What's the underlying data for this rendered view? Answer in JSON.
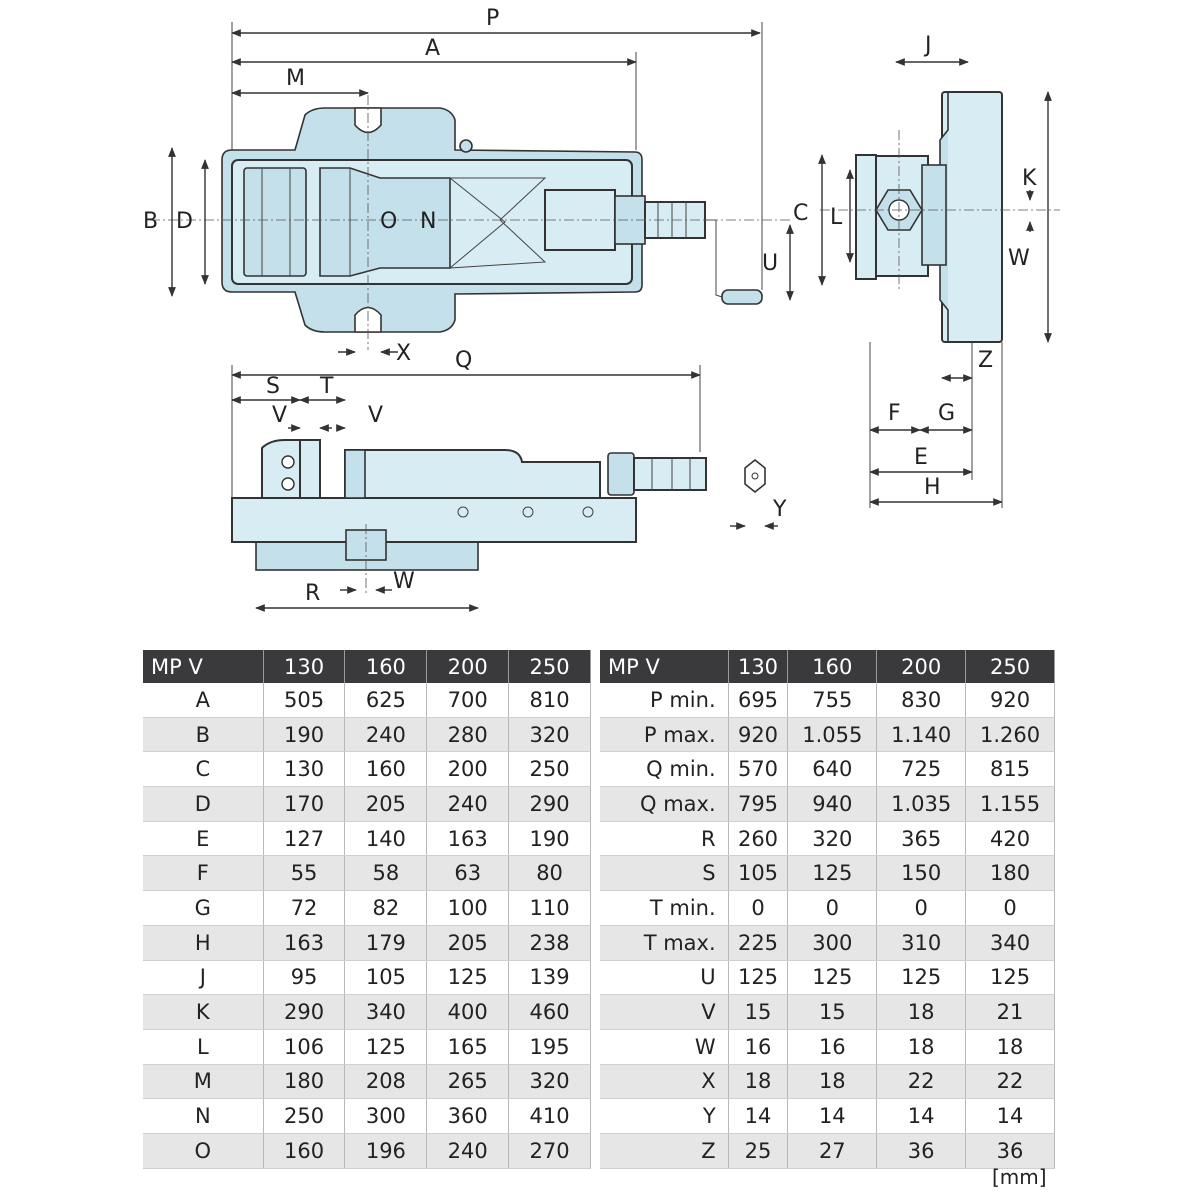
{
  "diagram": {
    "labels": {
      "P": "P",
      "A": "A",
      "M": "M",
      "J": "J",
      "B": "B",
      "D": "D",
      "O": "O",
      "N": "N",
      "C": "C",
      "L": "L",
      "U": "U",
      "K": "K",
      "W": "W",
      "X": "X",
      "Q": "Q",
      "S": "S",
      "T": "T",
      "V": "V",
      "Z": "Z",
      "F": "F",
      "G": "G",
      "E": "E",
      "H": "H",
      "Y": "Y",
      "R": "R"
    }
  },
  "tables": {
    "left": {
      "headers": [
        "MP V",
        "130",
        "160",
        "200",
        "250"
      ],
      "rows": [
        [
          "A",
          "505",
          "625",
          "700",
          "810"
        ],
        [
          "B",
          "190",
          "240",
          "280",
          "320"
        ],
        [
          "C",
          "130",
          "160",
          "200",
          "250"
        ],
        [
          "D",
          "170",
          "205",
          "240",
          "290"
        ],
        [
          "E",
          "127",
          "140",
          "163",
          "190"
        ],
        [
          "F",
          "55",
          "58",
          "63",
          "80"
        ],
        [
          "G",
          "72",
          "82",
          "100",
          "110"
        ],
        [
          "H",
          "163",
          "179",
          "205",
          "238"
        ],
        [
          "J",
          "95",
          "105",
          "125",
          "139"
        ],
        [
          "K",
          "290",
          "340",
          "400",
          "460"
        ],
        [
          "L",
          "106",
          "125",
          "165",
          "195"
        ],
        [
          "M",
          "180",
          "208",
          "265",
          "320"
        ],
        [
          "N",
          "250",
          "300",
          "360",
          "410"
        ],
        [
          "O",
          "160",
          "196",
          "240",
          "270"
        ]
      ]
    },
    "right": {
      "headers": [
        "MP V",
        "130",
        "160",
        "200",
        "250"
      ],
      "rows": [
        [
          "P min.",
          "695",
          "755",
          "830",
          "920"
        ],
        [
          "P max.",
          "920",
          "1.055",
          "1.140",
          "1.260"
        ],
        [
          "Q min.",
          "570",
          "640",
          "725",
          "815"
        ],
        [
          "Q max.",
          "795",
          "940",
          "1.035",
          "1.155"
        ],
        [
          "R",
          "260",
          "320",
          "365",
          "420"
        ],
        [
          "S",
          "105",
          "125",
          "150",
          "180"
        ],
        [
          "T min.",
          "0",
          "0",
          "0",
          "0"
        ],
        [
          "T max.",
          "225",
          "300",
          "310",
          "340"
        ],
        [
          "U",
          "125",
          "125",
          "125",
          "125"
        ],
        [
          "V",
          "15",
          "15",
          "18",
          "21"
        ],
        [
          "W",
          "16",
          "16",
          "18",
          "18"
        ],
        [
          "X",
          "18",
          "18",
          "22",
          "22"
        ],
        [
          "Y",
          "14",
          "14",
          "14",
          "14"
        ],
        [
          "Z",
          "25",
          "27",
          "36",
          "36"
        ]
      ]
    },
    "unit": "[mm]"
  }
}
